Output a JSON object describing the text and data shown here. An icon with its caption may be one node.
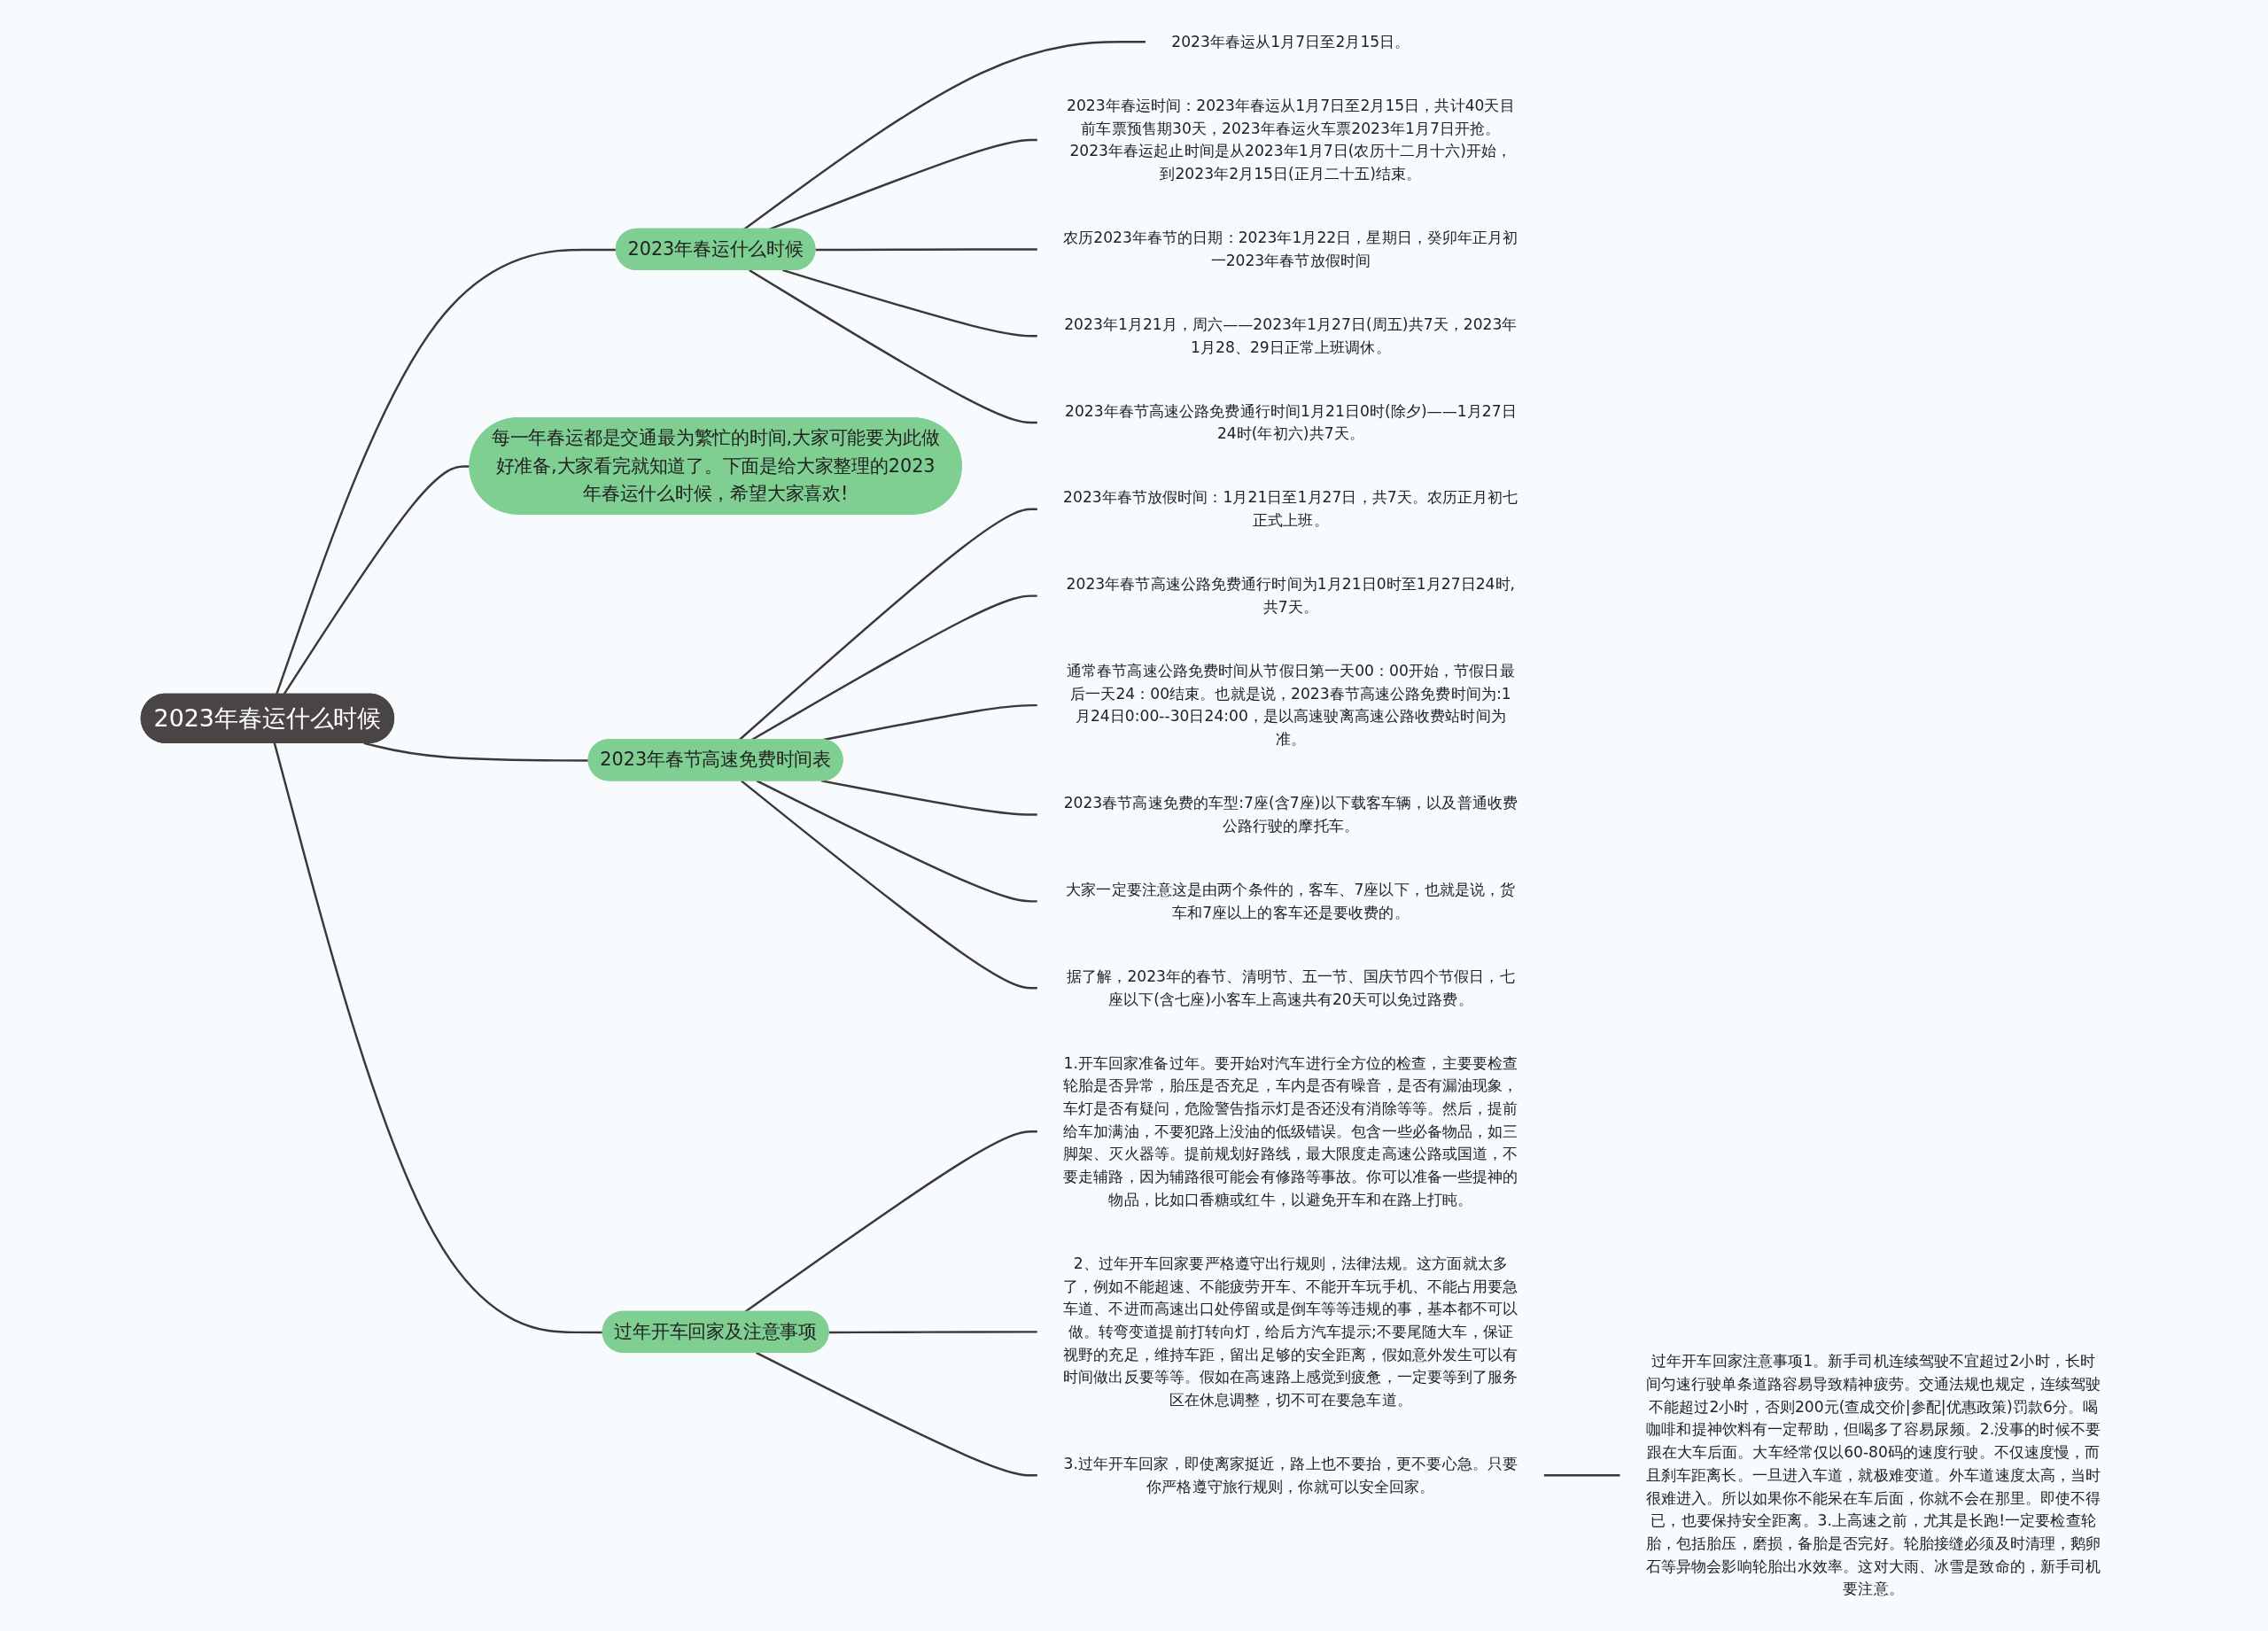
{
  "diagram": {
    "nodes": [
      {
        "text": [
          "2023年春运什么时候"
        ]
      },
      {
        "text": [
          "2023年春运什么时候"
        ]
      },
      {
        "text": [
          "2023年春运从1月7日至2月15日。"
        ]
      },
      {
        "text": [
          "2023年春运时间：2023年春运从1月7日至2月15日，共计40天目前车票预售期30天，2023年春运火车票2023年1月7日开抢。2023年春运起止时间是从2023年1月7日(农历十二月十六)开始，到2023年2月15日(正月二十五)结束。"
        ]
      },
      {
        "text": [
          "农历2023年春节的日期：2023年1月22日，星期日，癸卯年正月初一2023年春节放假时间"
        ]
      },
      {
        "text": [
          "2023年1月21月，周六——2023年1月27日(周五)共7天，2023年1月28、29日正常上班调休。"
        ]
      },
      {
        "text": [
          "2023年春节高速公路免费通行时间1月21日0时(除夕)——1月27日24时(年初六)共7天。"
        ]
      },
      {
        "text": [
          "每一年春运都是交通最为繁忙的时间,大家可能要为此做好准备,大家看完就知道了。下面是给大家整理的2023年春运什么时候，希望大家喜欢!"
        ]
      },
      {
        "text": [
          "2023年春节高速免费时间表"
        ]
      },
      {
        "text": [
          "2023年春节放假时间：1月21日至1月27日，共7天。农历正月初七正式上班。"
        ]
      },
      {
        "text": [
          "2023年春节高速公路免费通行时间为1月21日0时至1月27日24时,共7天。"
        ]
      },
      {
        "text": [
          "通常春节高速公路免费时间从节假日第一天00：00开始，节假日最后一天24：00结束。也就是说，2023春节高速公路免费时间为:1月24日0:00--30日24:00，是以高速驶离高速公路收费站时间为准。"
        ]
      },
      {
        "text": [
          "2023春节高速免费的车型:7座(含7座)以下载客车辆，以及普通收费公路行驶的摩托车。"
        ]
      },
      {
        "text": [
          "大家一定要注意这是由两个条件的，客车、7座以下，也就是说，货车和7座以上的客车还是要收费的。"
        ]
      },
      {
        "text": [
          "据了解，2023年的春节、清明节、五一节、国庆节四个节假日，七座以下(含七座)小客车上高速共有20天可以免过路费。"
        ]
      },
      {
        "text": [
          "过年开车回家及注意事项"
        ]
      },
      {
        "text": [
          "1.开车回家准备过年。要开始对汽车进行全方位的检查，主要要检查轮胎是否异常，胎压是否充足，车内是否有噪音，是否有漏油现象，车灯是否有疑问，危险警告指示灯是否还没有消除等等。然后，提前给车加满油，不要犯路上没油的低级错误。包含一些必备物品，如三脚架、灭火器等。提前规划好路线，最大限度走高速公路或国道，不要走辅路，因为辅路很可能会有修路等事故。你可以准备一些提神的物品，比如口香糖或红牛，以避免开车和在路上打盹。"
        ]
      },
      {
        "text": [
          "2、过年开车回家要严格遵守出行规则，法律法规。这方面就太多了，例如不能超速、不能疲劳开车、不能开车玩手机、不能占用要急车道、不进而高速出口处停留或是倒车等等违规的事，基本都不可以做。转弯变道提前打转向灯，给后方汽车提示;不要尾随大车，保证视野的充足，维持车距，留出足够的安全距离，假如意外发生可以有时间做出反要等等。假如在高速路上感觉到疲惫，一定要等到了服务区在休息调整，切不可在要急车道。"
        ]
      },
      {
        "text": [
          "3.过年开车回家，即使离家挺近，路上也不要抬，更不要心急。只要你严格遵守旅行规则，你就可以安全回家。"
        ]
      },
      {
        "text": [
          "过年开车回家注意事项1。新手司机连续驾驶不宜超过2小时，长时间匀速行驶单条道路容易导致精神疲劳。交通法规也规定，连续驾驶不能超过2小时，否则200元(查成交价|参配|优惠政策)罚款6分。喝咖啡和提神饮料有一定帮助，但喝多了容易尿频。2.没事的时候不要跟在大车后面。大车经常仅以60-80码的速度行驶。不仅速度慢，而且刹车距离长。一旦进入车道，就极难变道。外车道速度太高，当时很难进入。所以如果你不能呆在车后面，你就不会在那里。即使不得已，也要保持安全距离。3.上高速之前，尤其是长跑!一定要检查轮胎，包括胎压，磨损，备胎是否完好。轮胎接缝必须及时清理，鹅卵石等异物会影响轮胎出水效率。这对大雨、冰雪是致命的，新手司机要注意。"
        ]
      }
    ],
    "edges": [
      {
        "from": 0,
        "to": 1,
        "arrow": "none"
      },
      {
        "from": 1,
        "to": 2,
        "arrow": "none"
      },
      {
        "from": 1,
        "to": 3,
        "arrow": "none"
      },
      {
        "from": 1,
        "to": 4,
        "arrow": "none"
      },
      {
        "from": 1,
        "to": 5,
        "arrow": "none"
      },
      {
        "from": 1,
        "to": 6,
        "arrow": "none"
      },
      {
        "from": 0,
        "to": 7,
        "arrow": "none"
      },
      {
        "from": 0,
        "to": 8,
        "arrow": "none"
      },
      {
        "from": 8,
        "to": 9,
        "arrow": "none"
      },
      {
        "from": 8,
        "to": 10,
        "arrow": "none"
      },
      {
        "from": 8,
        "to": 11,
        "arrow": "none"
      },
      {
        "from": 8,
        "to": 12,
        "arrow": "none"
      },
      {
        "from": 8,
        "to": 13,
        "arrow": "none"
      },
      {
        "from": 8,
        "to": 14,
        "arrow": "none"
      },
      {
        "from": 0,
        "to": 15,
        "arrow": "none"
      },
      {
        "from": 15,
        "to": 16,
        "arrow": "none"
      },
      {
        "from": 15,
        "to": 17,
        "arrow": "none"
      },
      {
        "from": 15,
        "to": 18,
        "arrow": "none"
      },
      {
        "from": 18,
        "to": 19,
        "arrow": "none"
      }
    ]
  }
}
